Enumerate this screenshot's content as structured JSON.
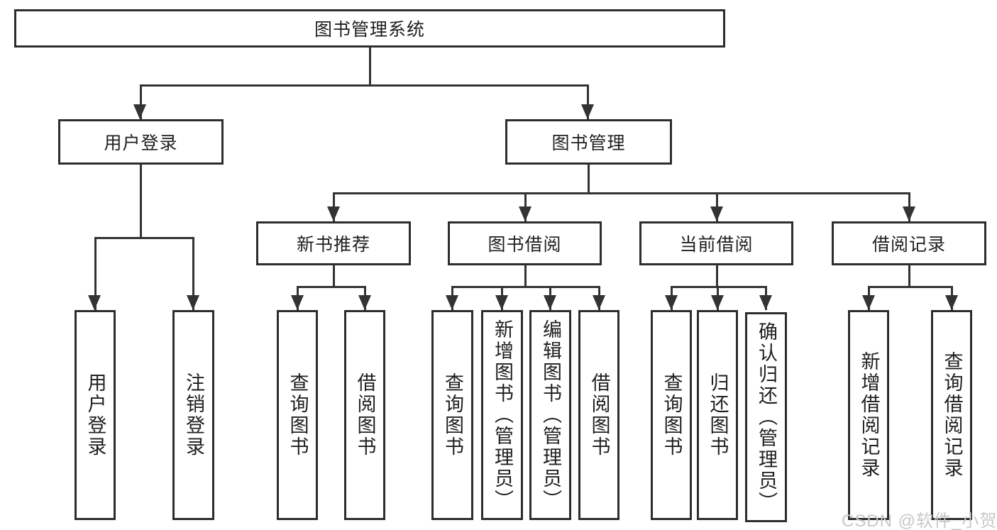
{
  "diagram_type": "hierarchy-tree",
  "tree": {
    "label": "图书管理系统",
    "children": [
      {
        "label": "用户登录",
        "children": [
          {
            "label": "用户登录"
          },
          {
            "label": "注销登录"
          }
        ]
      },
      {
        "label": "图书管理",
        "children": [
          {
            "label": "新书推荐",
            "children": [
              {
                "label": "查询图书"
              },
              {
                "label": "借阅图书"
              }
            ]
          },
          {
            "label": "图书借阅",
            "children": [
              {
                "label": "查询图书"
              },
              {
                "label": "新增图书（管理员）"
              },
              {
                "label": "编辑图书（管理员）"
              },
              {
                "label": "借阅图书"
              }
            ]
          },
          {
            "label": "当前借阅",
            "children": [
              {
                "label": "查询图书"
              },
              {
                "label": "归还图书"
              },
              {
                "label": "确认归还（管理员）"
              }
            ]
          },
          {
            "label": "借阅记录",
            "children": [
              {
                "label": "新增借阅记录"
              },
              {
                "label": "查询借阅记录"
              }
            ]
          }
        ]
      }
    ]
  },
  "watermark": {
    "text": "CSDN @软件_小贺同学"
  },
  "colors": {
    "line": "#333333",
    "box_border": "#2d2d2d",
    "text": "#1f1f1f",
    "watermark": "#c8c8c8",
    "background": "#ffffff"
  }
}
